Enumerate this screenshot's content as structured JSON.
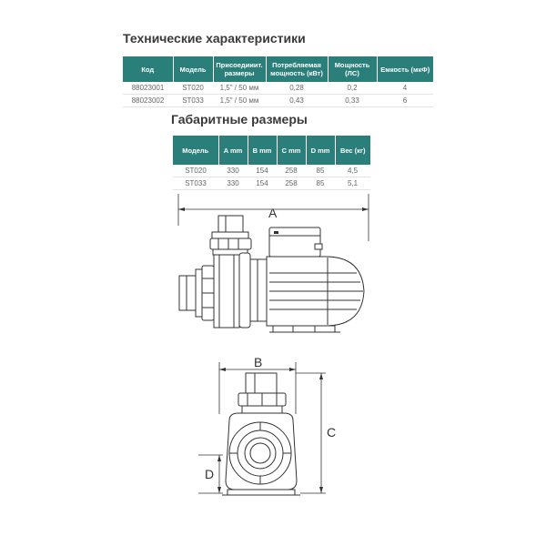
{
  "section1": {
    "title": "Технические характеристики",
    "columns": [
      "Код",
      "Модель",
      "Присоедииит. размеры",
      "Потребляемая мощность (кВт)",
      "Мощность (ЛС)",
      "Емкость (мкФ)"
    ],
    "rows": [
      [
        "88023001",
        "ST020",
        "1,5\" / 50 мм",
        "0,28",
        "0,2",
        "4"
      ],
      [
        "88023002",
        "ST033",
        "1,5\" / 50 мм",
        "0,43",
        "0,33",
        "6"
      ]
    ]
  },
  "section2": {
    "title": "Габаритные размеры",
    "columns": [
      "Модель",
      "A mm",
      "B mm",
      "C mm",
      "D mm",
      "Вес (кг)"
    ],
    "rows": [
      [
        "ST020",
        "330",
        "154",
        "258",
        "85",
        "4,5"
      ],
      [
        "ST033",
        "330",
        "154",
        "258",
        "85",
        "5,1"
      ]
    ]
  },
  "drawing_labels": {
    "a": "A",
    "b": "B",
    "c": "C",
    "d": "D"
  },
  "colors": {
    "header": "#2a7f7b",
    "line": "#333333"
  }
}
